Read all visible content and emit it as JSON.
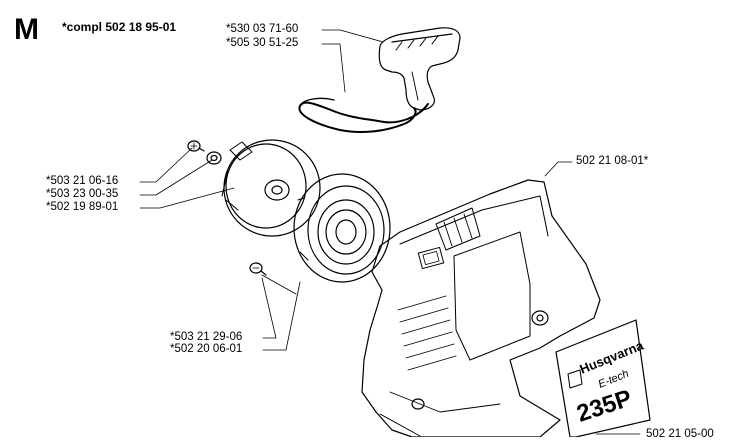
{
  "section_letter": "M",
  "assembly_label": "*compl 502 18 95-01",
  "part_numbers": {
    "handle_1": "*530 03 71-60",
    "handle_2": "*505 30 51-25",
    "screw_top": "*503 21 06-16",
    "washer": "*503 23 00-35",
    "pulley": "*502 19 89-01",
    "cover": "502 21 08-01*",
    "screw_bottom": "*503 21 29-06",
    "spring": "*502 20 06-01",
    "decal": "502 21 05-00"
  },
  "decal_text": {
    "brand": "Husqvarna",
    "sub": "E-tech",
    "model": "235P"
  }
}
